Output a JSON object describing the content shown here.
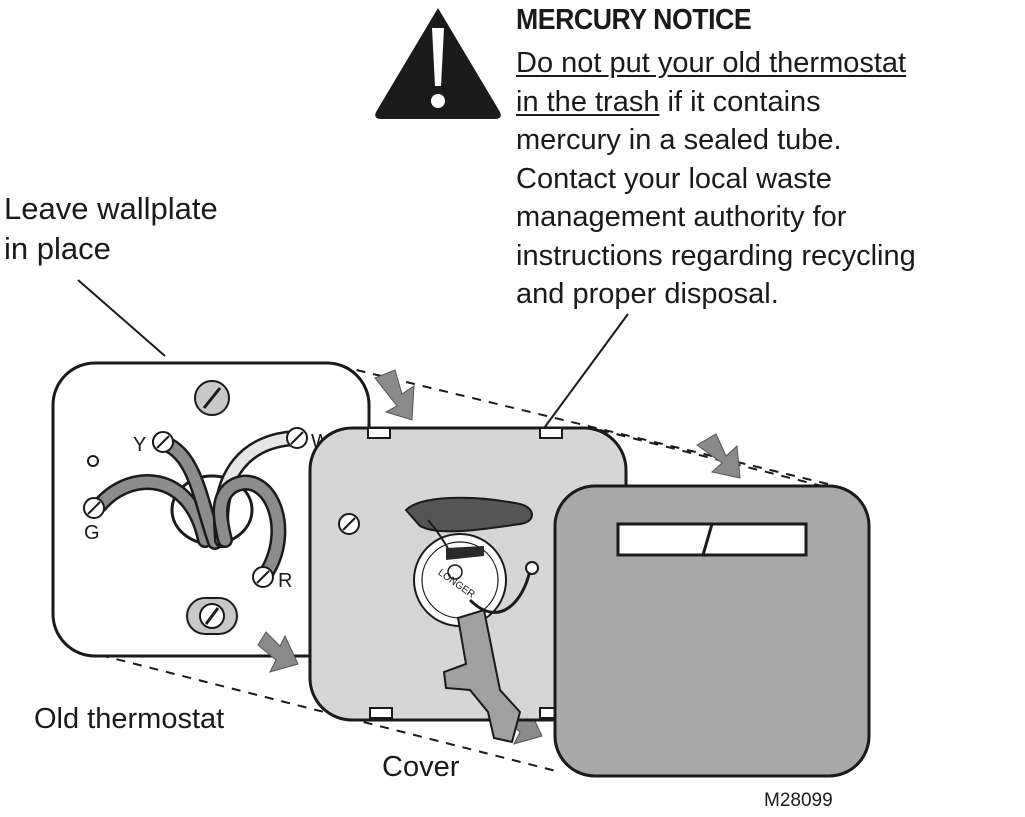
{
  "notice": {
    "title": "MERCURY NOTICE",
    "line1_underlined": "Do not put your old thermostat",
    "line2_underlined": "in the trash",
    "line2_rest": " if it contains",
    "rest_lines": [
      "mercury in a sealed tube.",
      "Contact your local waste",
      "management authority for",
      "instructions regarding recycling",
      "and proper disposal."
    ],
    "icon": "warning-triangle-icon"
  },
  "labels": {
    "wallplate": [
      "Leave wallplate",
      "in place"
    ],
    "old_thermostat": "Old thermostat",
    "cover": "Cover",
    "figure_code": "M28099"
  },
  "terminals": {
    "y": "Y",
    "w": "W",
    "g": "G",
    "r": "R"
  },
  "dial_text": "LONGER",
  "colors": {
    "outline": "#1a1a1a",
    "wire_gray": "#8c8c8c",
    "plate_gray": "#d6d6d6",
    "cover_gray": "#a8a8a8",
    "arrow_gray": "#8a8a8a"
  }
}
